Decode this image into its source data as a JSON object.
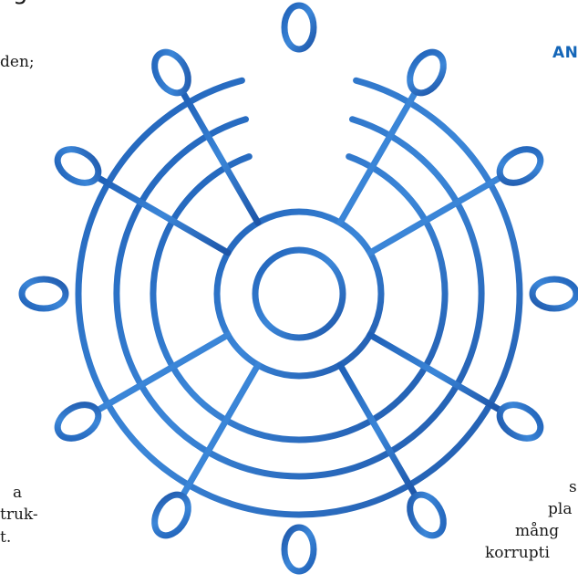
{
  "left_column": {
    "heading_fragment": "g",
    "line_1": "den;",
    "line_2": "a",
    "line_3": "truk-",
    "line_4": "t."
  },
  "right_column": {
    "side_title": "AN",
    "line_1": "s",
    "line_2": "pla",
    "line_3": "mång",
    "line_4": "korrupti"
  },
  "illustration": {
    "name": "ship-wheel-icon",
    "color": "#2a6fc4"
  }
}
